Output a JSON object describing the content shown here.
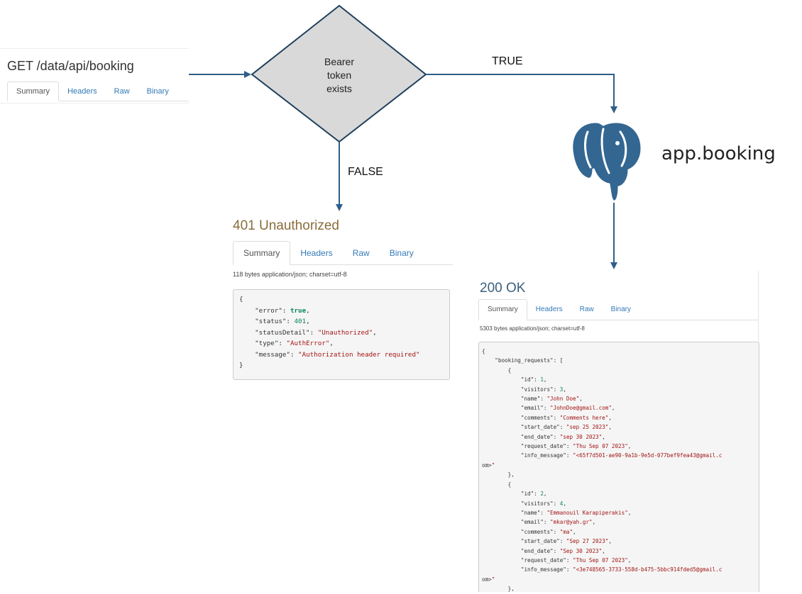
{
  "request": {
    "title": "GET /data/api/booking",
    "tabs": [
      "Summary",
      "Headers",
      "Raw",
      "Binary"
    ]
  },
  "decision": {
    "lines": [
      "Bearer",
      "token",
      "exists"
    ],
    "true_label": "TRUE",
    "false_label": "FALSE"
  },
  "database": {
    "label": "app.booking",
    "icon": "postgresql-elephant-icon"
  },
  "unauthorized": {
    "title": "401 Unauthorized",
    "tabs": [
      "Summary",
      "Headers",
      "Raw",
      "Binary"
    ],
    "meta": "118 bytes application/json; charset=utf-8",
    "lines": [
      "{",
      "    \"error\": true,",
      "    \"status\": 401,",
      "    \"statusDetail\": \"Unauthorized\",",
      "    \"type\": \"AuthError\",",
      "    \"message\": \"Authorization header required\"",
      "}"
    ]
  },
  "ok": {
    "title": "200 OK",
    "tabs": [
      "Summary",
      "Headers",
      "Raw",
      "Binary"
    ],
    "meta": "5303 bytes application/json; charset=utf-8",
    "lines": [
      "{",
      "    \"booking_requests\": [",
      "        {",
      "            \"id\": 1,",
      "            \"visitors\": 3,",
      "            \"name\": \"John Doe\",",
      "            \"email\": \"JohnDoe@gmail.com\",",
      "            \"comments\": \"Comments here\",",
      "            \"start_date\": \"sep 25 2023\",",
      "            \"end_date\": \"sep 30 2023\",",
      "            \"request_date\": \"Thu Sep 07 2023\",",
      "            \"info_message\": \"<65f7d501-ae90-9a1b-9e5d-077bef9fea43@gmail.c",
      "om>\"",
      "        },",
      "        {",
      "            \"id\": 2,",
      "            \"visitors\": 4,",
      "            \"name\": \"Emmanouil Karapiperakis\",",
      "            \"email\": \"mkar@yah.gr\",",
      "            \"comments\": \"ma\",",
      "            \"start_date\": \"Sep 27 2023\",",
      "            \"end_date\": \"Sep 30 2023\",",
      "            \"request_date\": \"Thu Sep 07 2023\",",
      "            \"info_message\": \"<3e748565-3733-558d-b475-5bbc914fded5@gmail.c",
      "om>\"",
      "        },"
    ]
  },
  "colors": {
    "arrow": "#2e5f8a",
    "diamond_fill": "#d9d9d9",
    "diamond_stroke": "#1f3f5c",
    "elephant": "#336791",
    "status_title": "#8a6d3b",
    "link": "#337ab7"
  }
}
